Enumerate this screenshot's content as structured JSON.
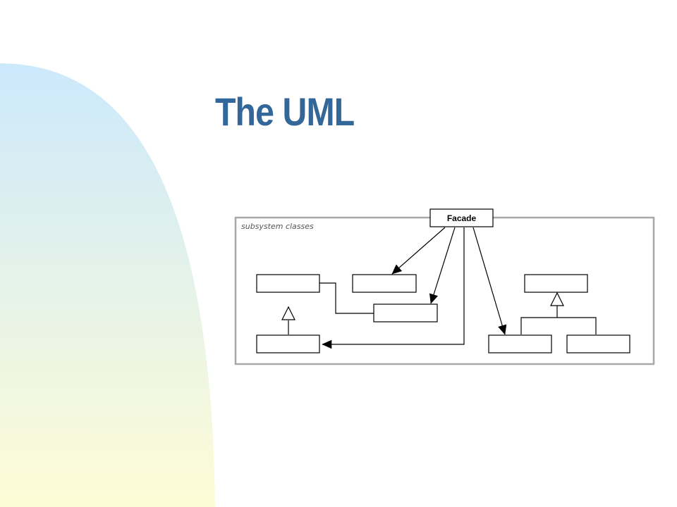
{
  "slide": {
    "title": "The UML",
    "title_color": "#336699",
    "background_gradient": {
      "top": "#cce9fc",
      "bottom": "#fefcd6"
    }
  },
  "diagram": {
    "type": "facade-pattern-uml",
    "facade_label": "Facade",
    "subsystem_label": "subsystem classes",
    "frame_color": "#a8a8a8",
    "line_color": "#000000",
    "relations": [
      {
        "from": "Facade",
        "to": "class-box-top-middle",
        "kind": "association"
      },
      {
        "from": "Facade",
        "to": "class-box-middle-lower",
        "kind": "association"
      },
      {
        "from": "Facade",
        "to": "class-box-left-bottom",
        "kind": "association"
      },
      {
        "from": "Facade",
        "to": "class-box-right-bottom-left",
        "kind": "association"
      },
      {
        "from": "class-box-left-top",
        "to": "class-box-middle-lower",
        "kind": "link"
      },
      {
        "from": "class-box-left-bottom",
        "to": "class-box-left-top",
        "kind": "inheritance"
      },
      {
        "from": "class-box-right-bottom-left",
        "to": "class-box-right-top",
        "kind": "inheritance"
      },
      {
        "from": "class-box-right-bottom-right",
        "to": "class-box-right-top",
        "kind": "inheritance"
      }
    ]
  }
}
